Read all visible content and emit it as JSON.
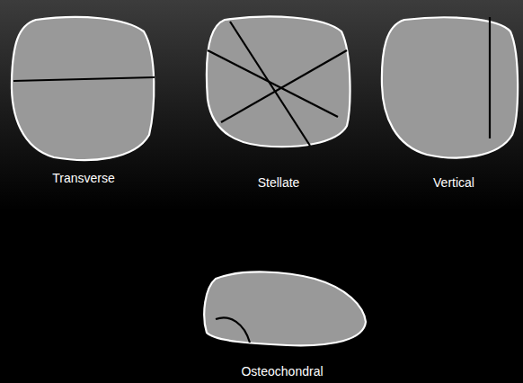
{
  "diagram": {
    "labels": [
      "Transverse",
      "Stellate",
      "Vertical",
      "Osteochondral"
    ]
  }
}
